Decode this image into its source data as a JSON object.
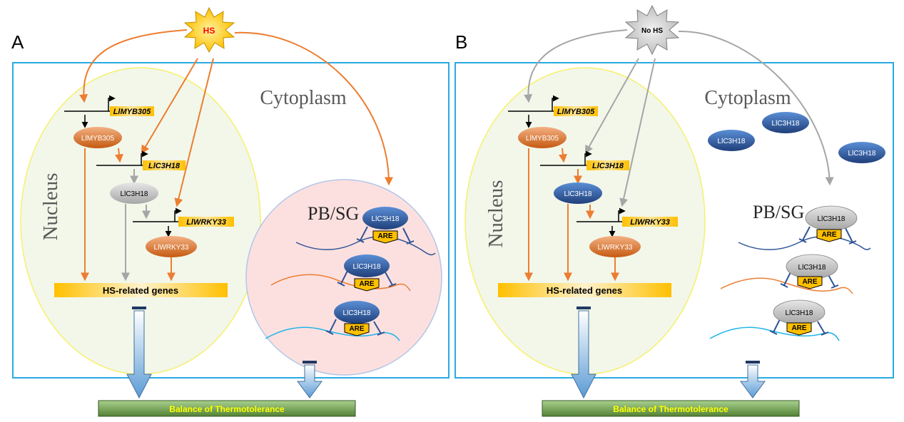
{
  "panelA": {
    "letter": "A",
    "stimulus": "HS",
    "compartment_cytoplasm": "Cytoplasm",
    "compartment_nucleus": "Nucleus",
    "granule_label": "PB/SG",
    "gene_myb": "LlMYB305",
    "protein_myb": "LlMYB305",
    "gene_c3h": "LlC3H18",
    "protein_c3h": "LlC3H18",
    "gene_wrky": "LlWRKY33",
    "protein_wrky": "LlWRKY33",
    "target_genes": "HS-related genes",
    "granule_items": [
      {
        "protein": "LlC3H18",
        "element": "ARE"
      },
      {
        "protein": "LlC3H18",
        "element": "ARE"
      },
      {
        "protein": "LlC3H18",
        "element": "ARE"
      }
    ],
    "outcome": "Balance of Thermotolerance"
  },
  "panelB": {
    "letter": "B",
    "stimulus": "No HS",
    "compartment_cytoplasm": "Cytoplasm",
    "compartment_nucleus": "Nucleus",
    "granule_label": "PB/SG",
    "gene_myb": "LlMYB305",
    "protein_myb": "LlMYB305",
    "gene_c3h": "LlC3H18",
    "protein_c3h": "LlC3H18",
    "gene_wrky": "LlWRKY33",
    "protein_wrky": "LlWRKY33",
    "target_genes": "HS-related genes",
    "cytoplasm_proteins": [
      "LlC3H18",
      "LlC3H18",
      "LlC3H18"
    ],
    "granule_items": [
      {
        "protein": "LlC3H18",
        "element": "ARE"
      },
      {
        "protein": "LlC3H18",
        "element": "ARE"
      },
      {
        "protein": "LlC3H18",
        "element": "ARE"
      }
    ],
    "outcome": "Balance of Thermotolerance"
  },
  "colors": {
    "frame": "#29abe2",
    "activation_heat": "#ed7d31",
    "activation_neutral": "#a6a6a6",
    "hs_burst": "#ffc000",
    "hs_text": "#ff0000",
    "no_hs_burst": "#c9c9c9",
    "nucleus_fill": "#f2f7ea",
    "nucleus_edge": "#ffff66",
    "granule_fill": "#fce0e0",
    "protein_orange": "#e46c1a",
    "protein_blue": "#2e5fae",
    "protein_grey": "#bfbfbf",
    "gene_tag": "#ffc000",
    "outcome_bar": "#70ad47",
    "outcome_text": "#ffff00",
    "mrna_1": "#2f5597",
    "mrna_2": "#ed7d31",
    "mrna_3": "#1fb5e8"
  }
}
